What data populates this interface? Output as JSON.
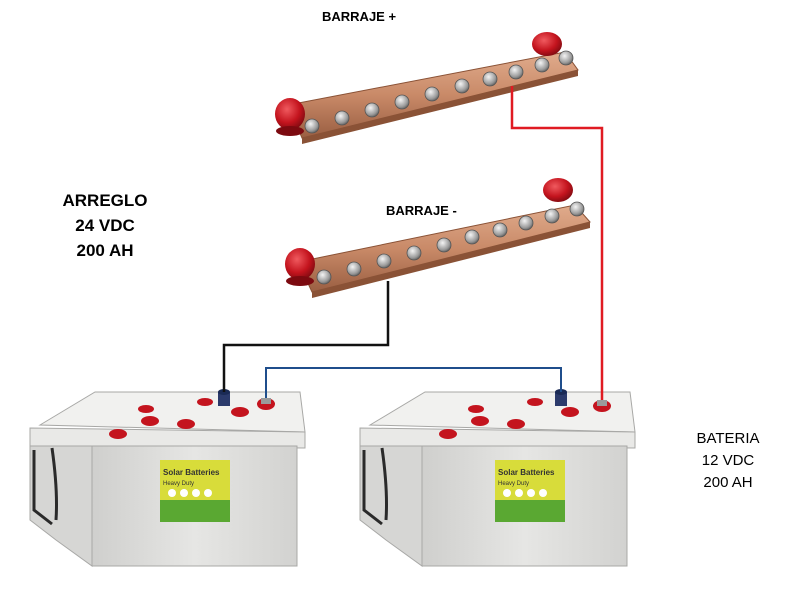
{
  "labels": {
    "busbar_positive": "BARRAJE +",
    "busbar_negative": "BARRAJE -",
    "array": [
      "ARREGLO",
      "24 VDC",
      "200 AH"
    ],
    "battery": [
      "BATERIA",
      "12 VDC",
      "200 AH"
    ]
  },
  "battery_brand": {
    "name": "Solar Batteries",
    "subtitle": "Heavy Duty"
  },
  "colors": {
    "wire_positive": "#e01b22",
    "wire_negative": "#111111",
    "wire_series": "#1f4e8c",
    "busbar_copper": "#c98a68",
    "cap_red": "#c4141e",
    "battery_body": "#e3e3e1",
    "battery_lid": "#efefed",
    "label_yellow": "#d8dc3a",
    "label_green": "#5aa832"
  }
}
